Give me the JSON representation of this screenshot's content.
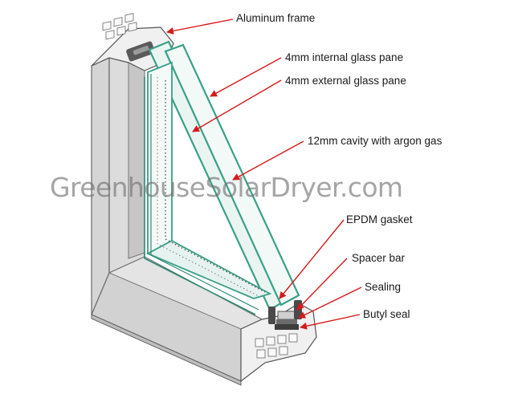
{
  "diagram": {
    "labels": {
      "frame": "Aluminum frame",
      "internal_pane": "4mm internal glass pane",
      "external_pane": "4mm external glass pane",
      "cavity": "12mm cavity with argon gas",
      "gasket": "EPDM gasket",
      "spacer": "Spacer bar",
      "sealing": "Sealing",
      "butyl": "Butyl seal"
    },
    "watermark": "GreenhouseSolarDryer.com"
  },
  "colors": {
    "frame_face": "#d8d8d8",
    "frame_light": "#eeeeee",
    "frame_dark": "#b8b8b8",
    "frame_outline": "#666666",
    "glass_fill": "#eef6f4",
    "glass_edge": "#3aa088",
    "gasket": "#4a4a4a",
    "arrow": "#d41a1a"
  }
}
